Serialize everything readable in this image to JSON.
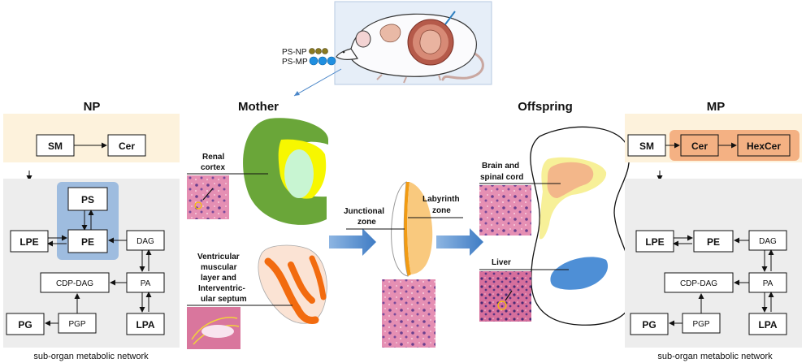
{
  "top_panel": {
    "legend_np": "PS-NP",
    "legend_mp": "PS-MP"
  },
  "np_panel": {
    "title": "NP",
    "sm": "SM",
    "cer": "Cer",
    "ps": "PS",
    "pe": "PE",
    "lpe": "LPE",
    "dag": "DAG",
    "cdp_dag": "CDP-DAG",
    "pa": "PA",
    "pg": "PG",
    "pgp": "PGP",
    "lpa": "LPA",
    "caption": "sub-organ metabolic network"
  },
  "mother": {
    "title": "Mother",
    "renal_label_1": "Renal",
    "renal_label_2": "cortex",
    "heart_label_1": "Ventricular",
    "heart_label_2": "muscular",
    "heart_label_3": "layer and",
    "heart_label_4": "Interventric-",
    "heart_label_5": "ular septum"
  },
  "placenta": {
    "junctional_1": "Junctional",
    "junctional_2": "zone",
    "labyrinth_1": "Labyrinth",
    "labyrinth_2": "zone"
  },
  "offspring": {
    "title": "Offspring",
    "brain_label_1": "Brain and",
    "brain_label_2": "spinal cord",
    "liver_label": "Liver"
  },
  "mp_panel": {
    "title": "MP",
    "sm": "SM",
    "cer": "Cer",
    "hexcer": "HexCer",
    "pe": "PE",
    "lpe": "LPE",
    "dag": "DAG",
    "cdp_dag": "CDP-DAG",
    "pa": "PA",
    "pg": "PG",
    "pgp": "PGP",
    "lpa": "LPA",
    "caption": "sub-organ metabolic network"
  },
  "colors": {
    "np_top_bg": "#fdf2dc",
    "network_bg": "#ededed",
    "pe_ps_highlight": "#8fb3dc",
    "cer_highlight": "#f4b183",
    "kidney_green": "#6aa639",
    "kidney_yellow": "#f7f700",
    "heart_orange": "#f26b0f",
    "placenta_orange": "#f9c97e",
    "liver_blue": "#4e8fd6",
    "arrow_blue": "#4a86c8",
    "tissue_pink": "#dd7fa4"
  }
}
